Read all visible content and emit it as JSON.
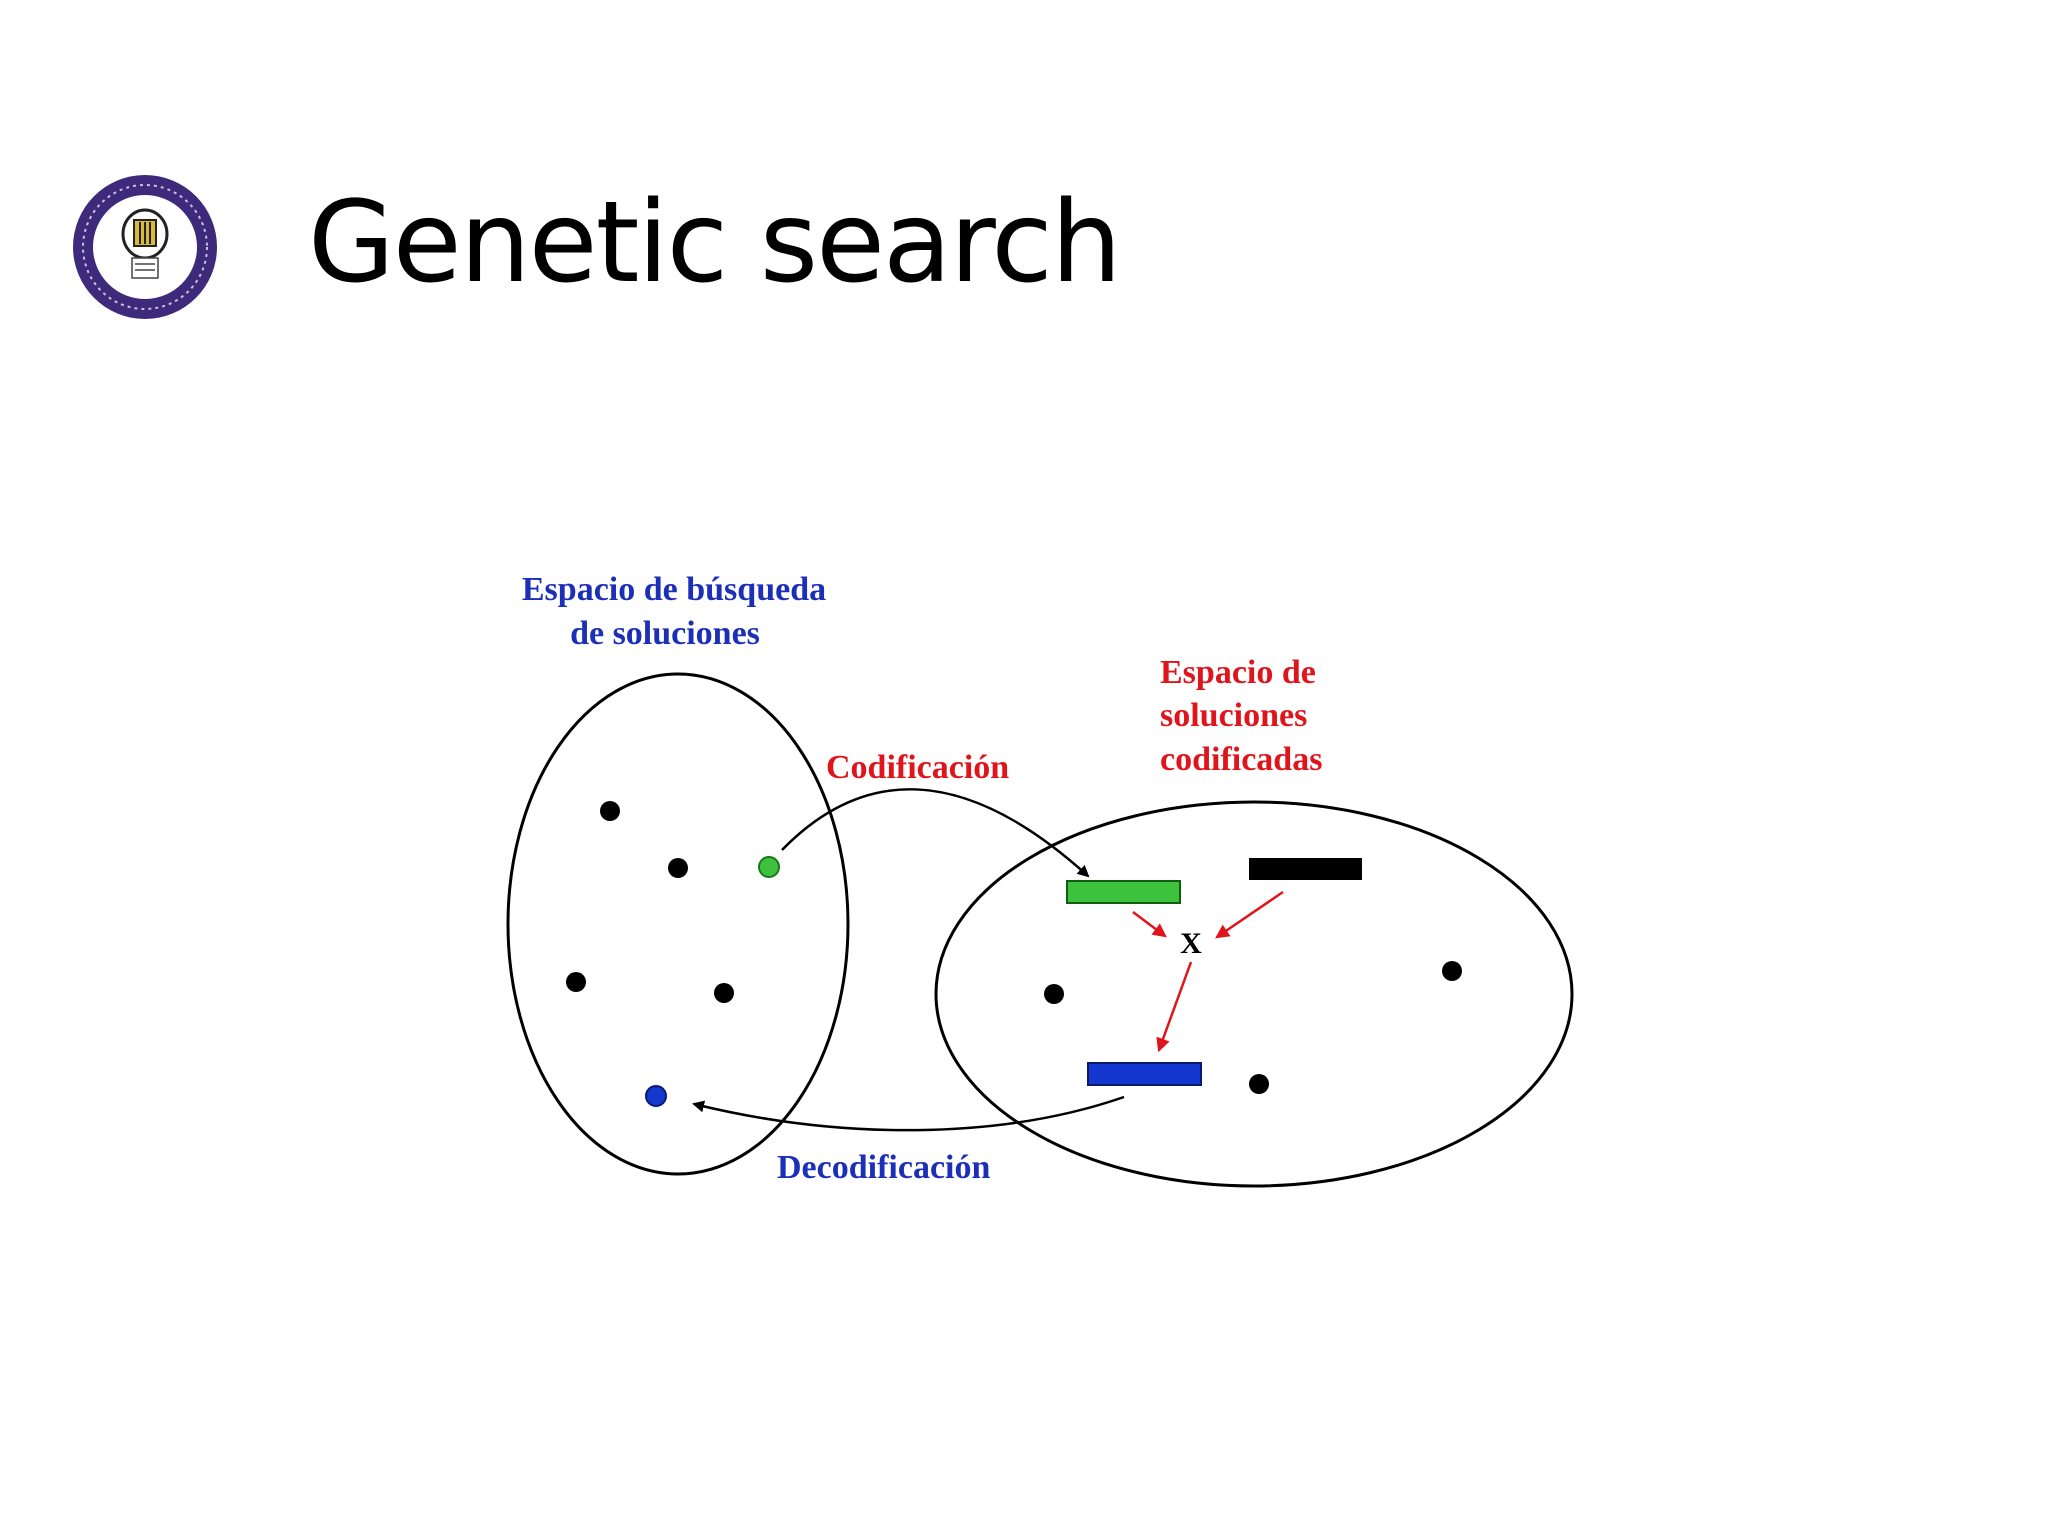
{
  "slide": {
    "title": "Genetic search"
  },
  "logo": {
    "icon": "university-seal-icon",
    "colors": {
      "ring": "#3d2a7a",
      "inner": "#ffffff",
      "accent": "#d8b93a"
    }
  },
  "diagram": {
    "colors": {
      "search_space_label": "#1c2fb8",
      "encoded_space_label": "#e0141b",
      "encode_label": "#e0141b",
      "decode_label": "#1c2fb8",
      "green_solution": "#3ec23e",
      "blue_solution": "#1437d0",
      "black_solution": "#000000",
      "crossover_arrows": "#e0141b"
    },
    "search_space_label_lines": [
      "Espacio de búsqueda",
      "de soluciones"
    ],
    "encoded_space_label_lines": [
      "Espacio de",
      "soluciones",
      "codificadas"
    ],
    "encode_label": "Codificación",
    "decode_label": "Decodificación",
    "crossover_symbol": "X"
  }
}
